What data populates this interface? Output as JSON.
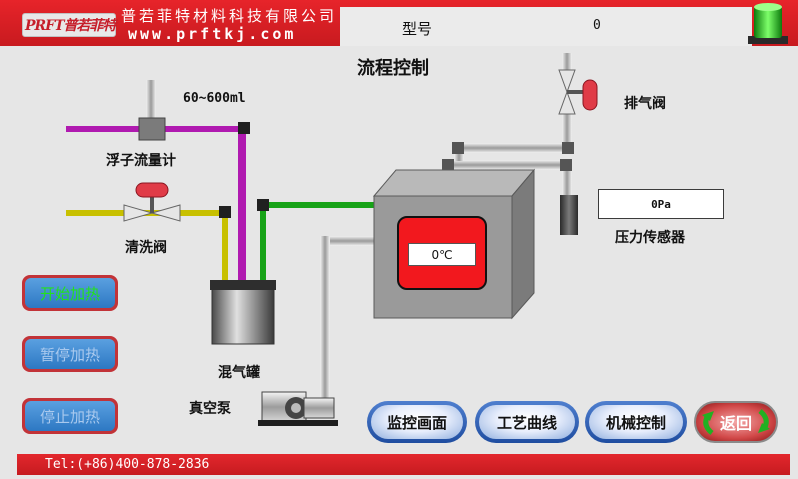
{
  "header": {
    "logo": "PRFT普若菲特",
    "company_cn": "普若菲特材料科技有限公司",
    "company_url": "www.prftkj.com",
    "model_label": "型号",
    "model_value": "0"
  },
  "main": {
    "title": "流程控制",
    "flow_range": "60~600ml",
    "flowmeter_label": "浮子流量计",
    "clean_valve_label": "清洗阀",
    "exhaust_valve_label": "排气阀",
    "pressure_sensor_label": "压力传感器",
    "pressure_value": "0Pa",
    "temperature_value": "0℃",
    "mixing_tank_label": "混气罐",
    "vacuum_pump_label": "真空泵"
  },
  "controls": {
    "start_heating": "开始加热",
    "pause_heating": "暂停加热",
    "stop_heating": "停止加热"
  },
  "nav": {
    "monitor": "监控画面",
    "process_curve": "工艺曲线",
    "mechanical_control": "机械控制",
    "back": "返回"
  },
  "footer": {
    "tel": "Tel:(+86)400-878-2836"
  },
  "colors": {
    "header_red": "#d81f26",
    "start_text": "#22e31c",
    "disabled_text": "#a9c9ee",
    "pipe_magenta": "#b01ab0",
    "pipe_yellow": "#c8c000",
    "pipe_green": "#17a317",
    "status_light": "#2fd82f"
  }
}
